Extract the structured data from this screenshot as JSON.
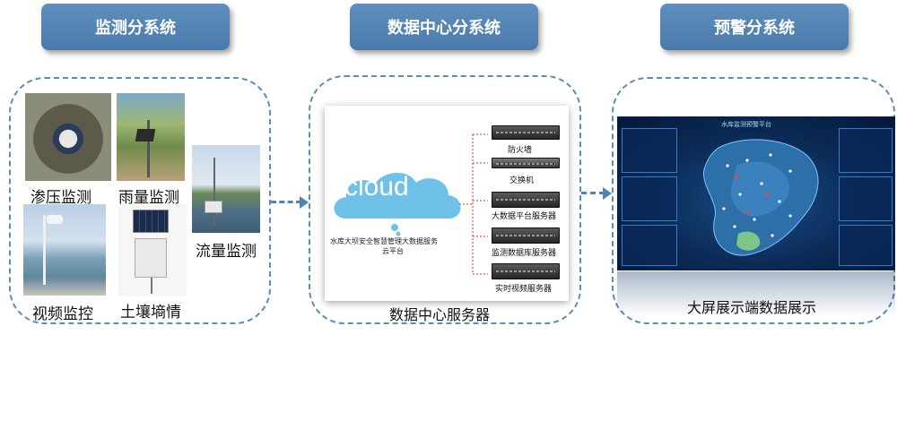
{
  "headers": {
    "monitoring": "监测分系统",
    "data_center": "数据中心分系统",
    "warning": "预警分系统"
  },
  "monitoring": {
    "seepage": "渗压监测",
    "rainfall": "雨量监测",
    "flow": "流量监测",
    "video": "视频监控",
    "soil": "土壤墒情"
  },
  "data_center": {
    "cloud_word": "cloud",
    "platform_line1": "水库大坝安全智慧管理大数据服务",
    "platform_line2": "云平台",
    "servers": [
      "防火墙",
      "交换机",
      "大数据平台服务器",
      "监测数据库服务器",
      "实时视频服务器"
    ],
    "caption": "数据中心服务器"
  },
  "warning": {
    "screen_title": "水库监测预警平台",
    "caption": "大屏展示端数据展示"
  }
}
